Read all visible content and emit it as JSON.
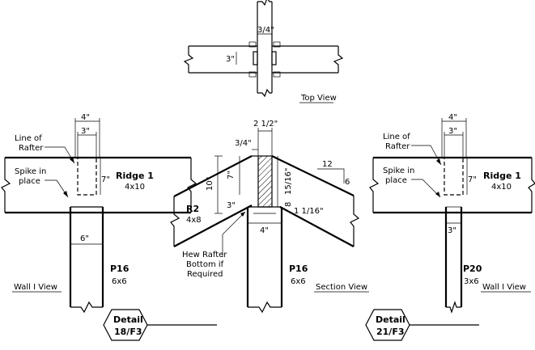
{
  "top_view": {
    "title": "Top View",
    "dim_gap": "3/4\"",
    "dim_depth": "3\""
  },
  "left_detail": {
    "dim_top_outer": "4\"",
    "dim_top_inner": "3\"",
    "dim_side": "7\"",
    "dim_post": "6\"",
    "note_rafter": [
      "Line of",
      "Rafter"
    ],
    "note_spike": [
      "Spike in",
      "place"
    ],
    "beam_name": "Ridge 1",
    "beam_size": "4x10",
    "post_name": "P16",
    "post_size": "6x6",
    "view_title": "Wall I View",
    "detail_number": "Detail",
    "detail_ref": "18/F3"
  },
  "center_detail": {
    "dim_top": "2  1/2\"",
    "dim_gap": "3/4\"",
    "dim_left_outer": "10\"",
    "dim_left_inner": "7\"",
    "dim_left_bottom": "3\"",
    "dim_right_upper": "15/16\"",
    "dim_right_lower": "8",
    "dim_right_offset": "1  1/16\"",
    "dim_post": "4\"",
    "slope_run": "12",
    "slope_rise": "6",
    "rafter_name": "R2",
    "rafter_size": "4x8",
    "note_hew": [
      "Hew Rafter",
      "Bottom if",
      "Required"
    ],
    "post_name": "P16",
    "post_size": "6x6",
    "view_title": "Section View"
  },
  "right_detail": {
    "dim_top_outer": "4\"",
    "dim_top_inner": "3\"",
    "dim_side": "7\"",
    "dim_post": "3\"",
    "note_rafter": [
      "Line of",
      "Rafter"
    ],
    "note_spike": [
      "Spike in",
      "place"
    ],
    "beam_name": "Ridge 1",
    "beam_size": "4x10",
    "post_name": "P20",
    "post_size": "3x6",
    "view_title": "Wall I View",
    "detail_number": "Detail",
    "detail_ref": "21/F3"
  }
}
